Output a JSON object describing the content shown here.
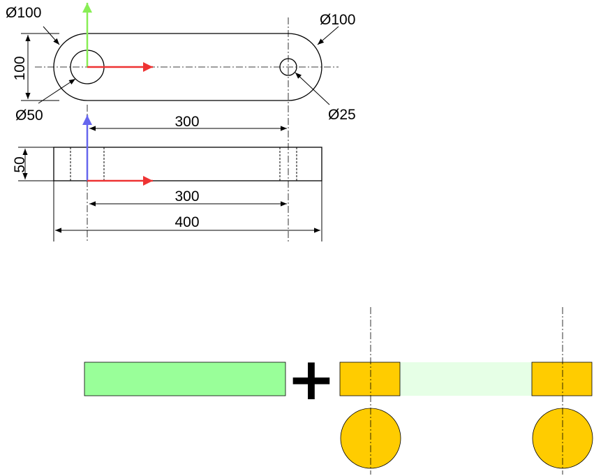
{
  "drawing": {
    "labels": {
      "dia_left_outer": "Ø100",
      "dia_right_outer": "Ø100",
      "height_top": "100",
      "dia_left_hole": "Ø50",
      "dia_right_hole": "Ø25",
      "dim_top_300": "300",
      "thickness": "50",
      "dim_side_300": "300",
      "dim_overall_400": "400"
    },
    "axes": {
      "x_color": "#ee3333",
      "y_color": "#88ee55",
      "z_color": "#6666ee"
    }
  },
  "composition": {
    "operator": "+",
    "colors": {
      "bar": "#99ff99",
      "bar_ghost": "#e6ffe6",
      "boss": "#ffcc00"
    }
  }
}
